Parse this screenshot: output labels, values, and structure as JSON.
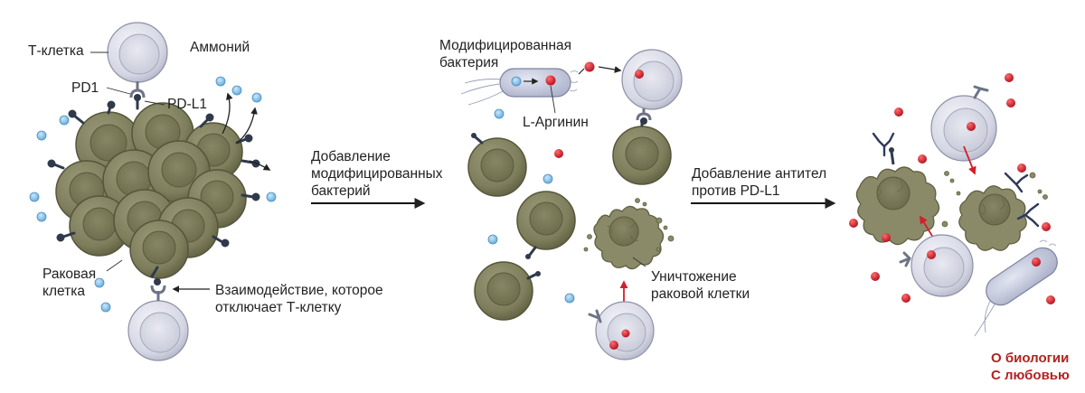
{
  "panel1": {
    "t_cell_label": "Т-клетка",
    "ammonium_label": "Аммоний",
    "pd1_label": "PD1",
    "pdl1_label": "PD-L1",
    "cancer_cell_label": "Раковая\nклетка",
    "interaction_label": "Взаимодействие, которое\nотключает Т-клетку"
  },
  "step1": {
    "label": "Добавление\nмодифицированных\nбактерий"
  },
  "panel2": {
    "modified_bacterium_label": "Модифицированная\nбактерия",
    "arginine_label": "L-Аргинин",
    "destruction_label": "Уничтожение\nраковой клетки"
  },
  "step2": {
    "label": "Добавление антител\nпротив PD-L1"
  },
  "brand": {
    "line1": "О биологии",
    "line2": "С любовью"
  },
  "colors": {
    "cancer_cell": "#8a8a68",
    "t_cell": "#d9dbe6",
    "ammonium": "#8fc6ea",
    "arginine": "#d21f2b",
    "kill_arrow": "#d21f2b",
    "receptor": "#2f3a4a",
    "brand": "#b22222"
  }
}
